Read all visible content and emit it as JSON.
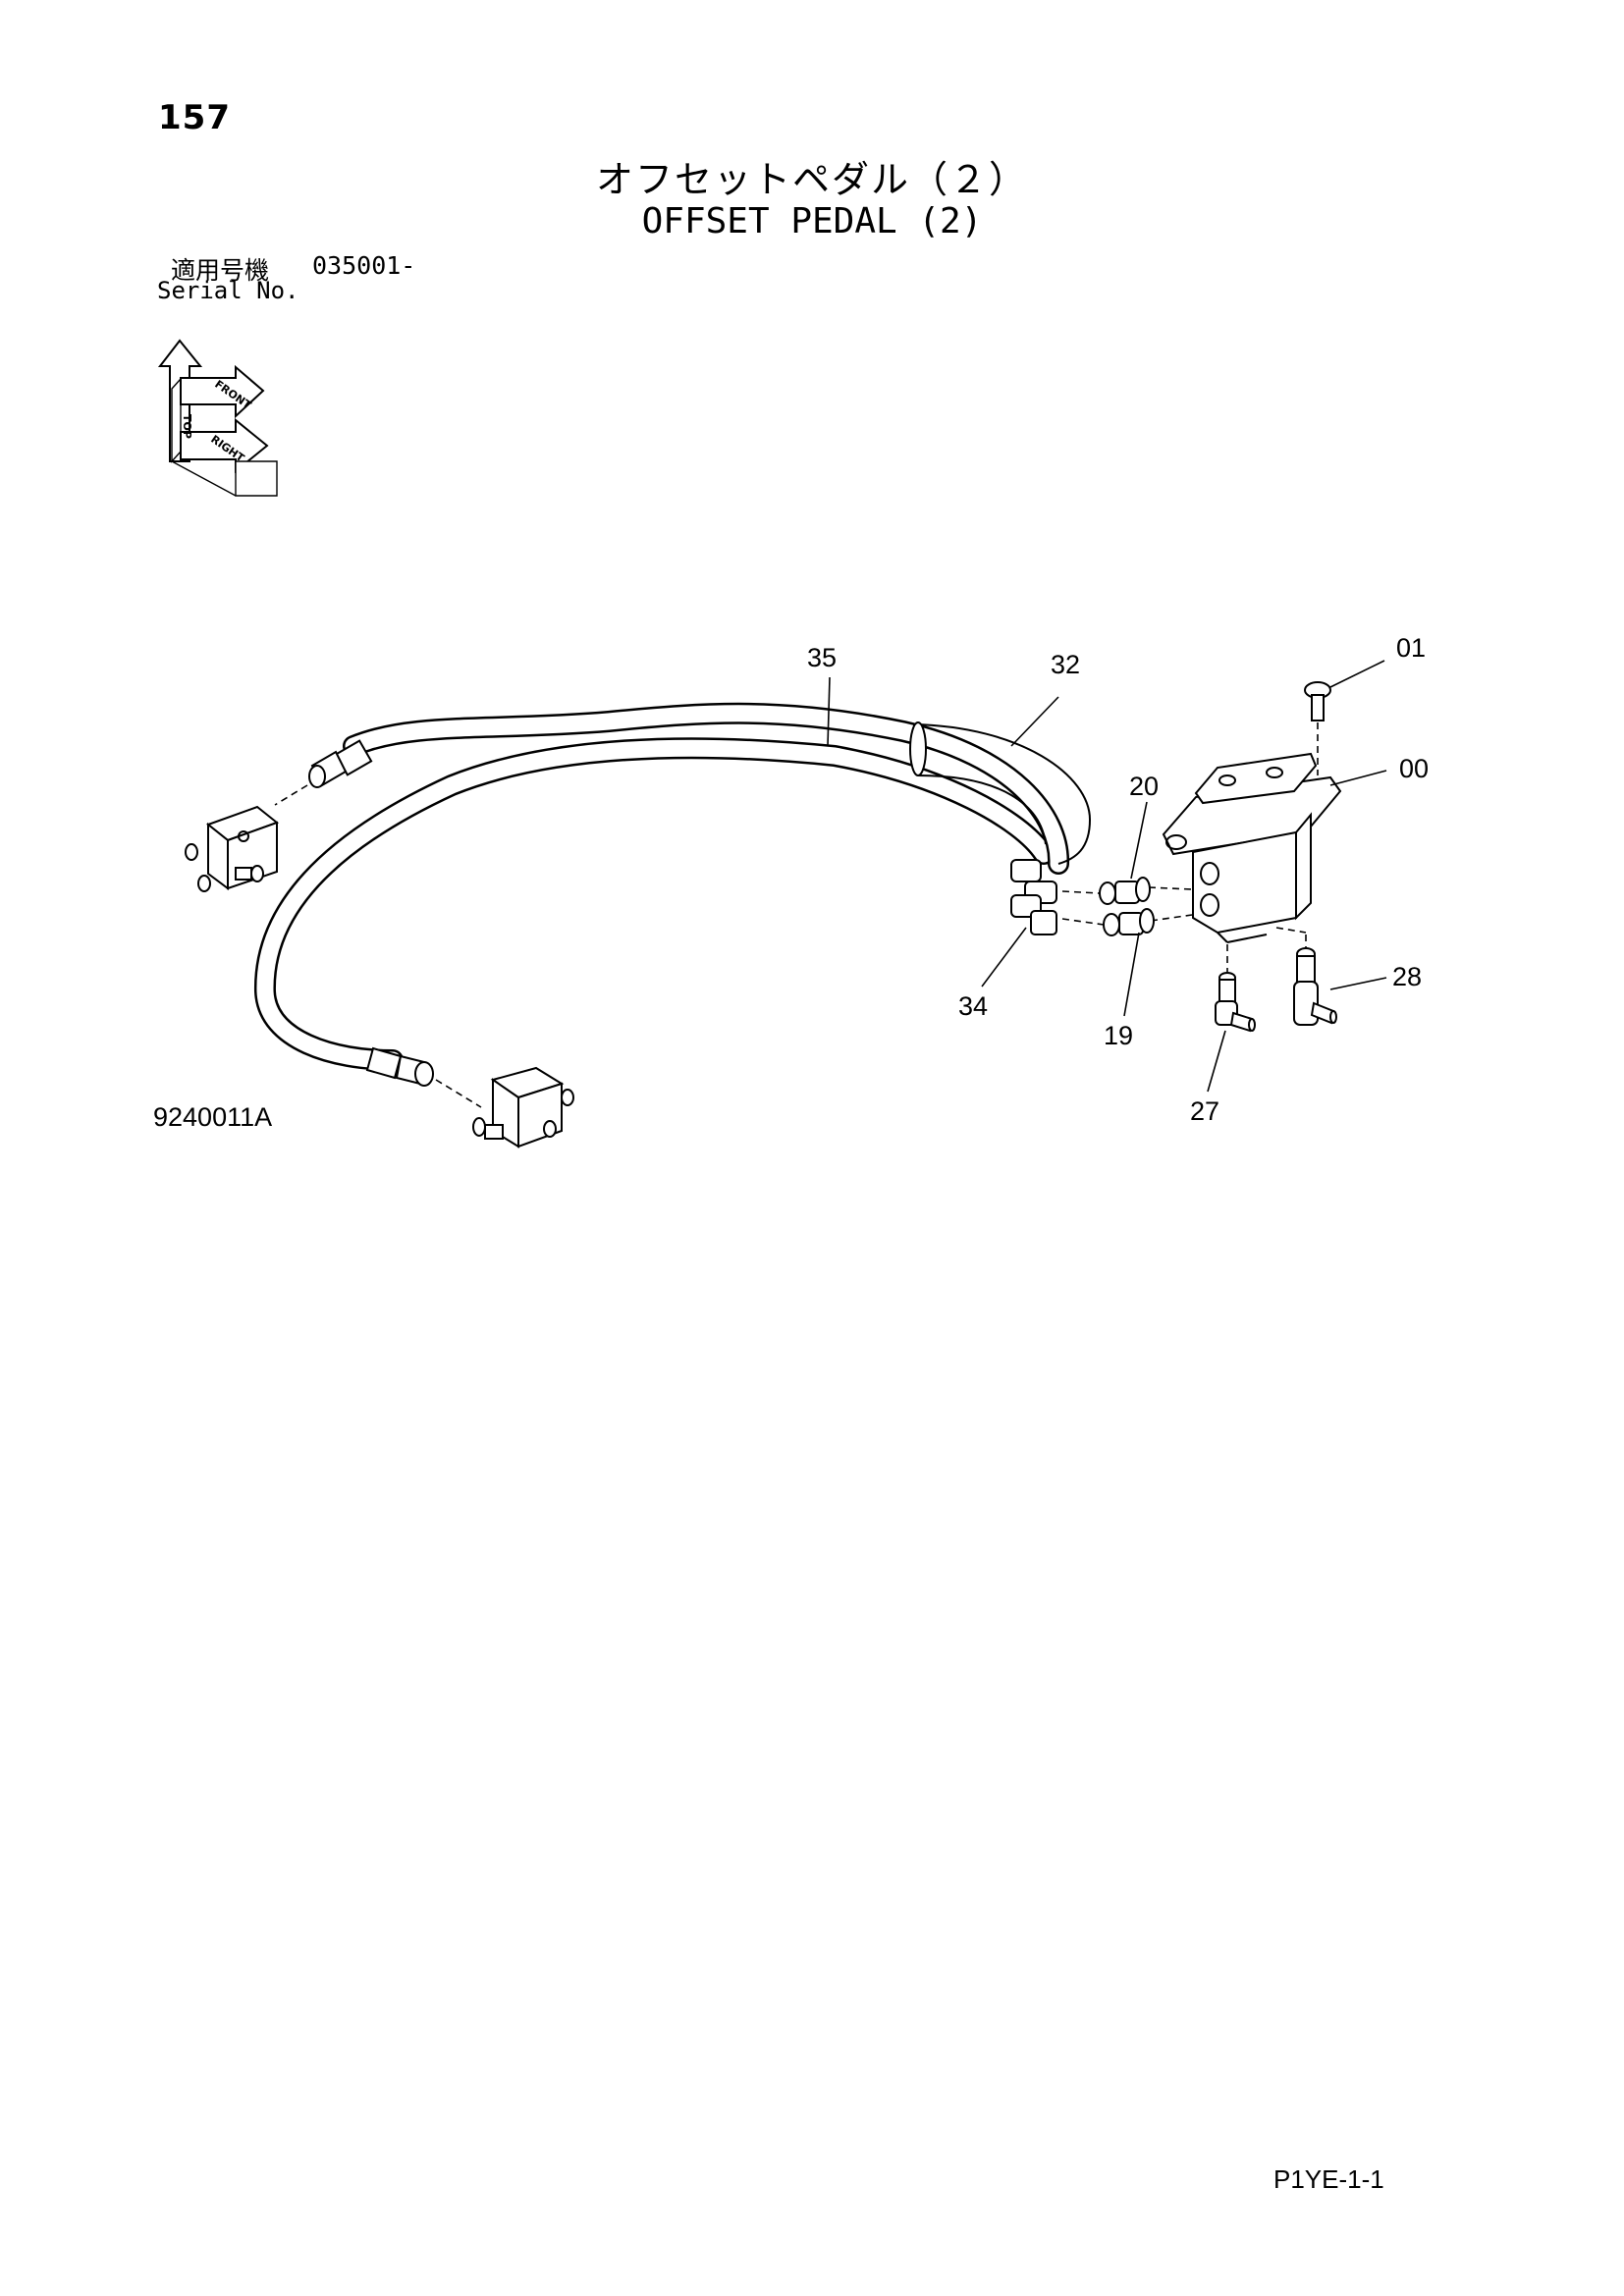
{
  "header": {
    "page_number": "157",
    "title_jp": "オフセットペダル（２）",
    "title_en": "OFFSET PEDAL (2)"
  },
  "serial": {
    "label_jp": "適用号機",
    "value": "035001-",
    "label_en": "Serial No."
  },
  "orientation": {
    "top": "TOP",
    "front": "FRONT",
    "right": "RIGHT"
  },
  "callouts": {
    "c35": "35",
    "c32": "32",
    "c01": "01",
    "c00": "00",
    "c20": "20",
    "c34": "34",
    "c19": "19",
    "c28": "28",
    "c27": "27"
  },
  "footer": {
    "figure_code": "9240011A",
    "page_ref": "P1YE-1-1"
  }
}
